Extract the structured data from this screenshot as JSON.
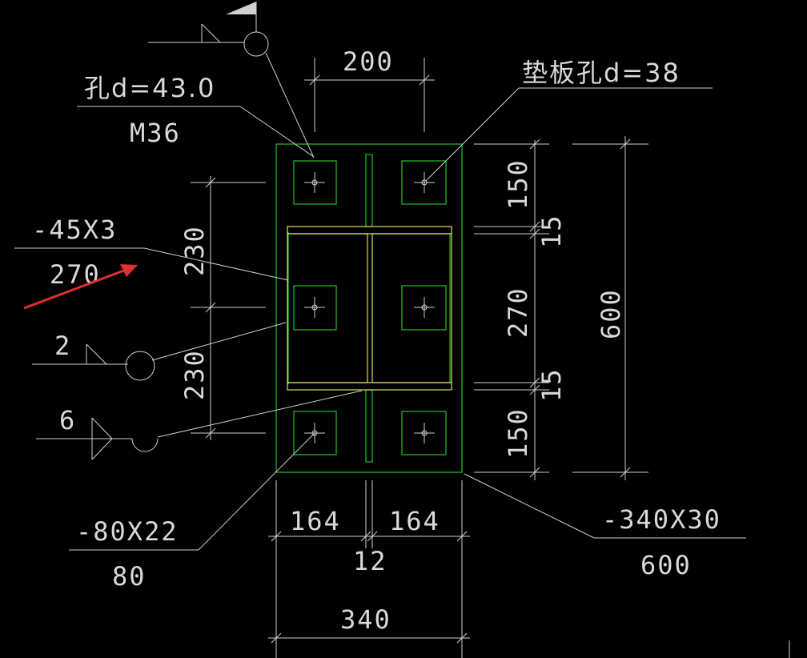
{
  "labels": {
    "hole_spec": "孔d=43.0",
    "bolt": "M36",
    "top_dim": "200",
    "pad_hole": "垫板孔d=38",
    "stiffener_spec": "-45X3",
    "stiffener_len": "270",
    "weld_2": "2",
    "weld_6": "6",
    "left_dim_top": "230",
    "left_dim_bottom": "230",
    "right_dim_150_top": "150",
    "right_dim_15_top": "15",
    "right_dim_270": "270",
    "right_dim_15_bottom": "15",
    "right_dim_150_bottom": "150",
    "right_dim_total": "600",
    "pad_spec": "-80X22",
    "pad_len": "80",
    "bottom_dim_left": "164",
    "bottom_dim_right": "164",
    "bottom_dim_mid": "12",
    "bottom_dim_total": "340",
    "plate_spec": "-340X30",
    "plate_len": "600"
  },
  "colors": {
    "background": "#000000",
    "dimension_lines": "#d0d0d0",
    "plate_outline": "#22c22a",
    "column_section": "#e0e060",
    "arrow": "#e03030"
  }
}
